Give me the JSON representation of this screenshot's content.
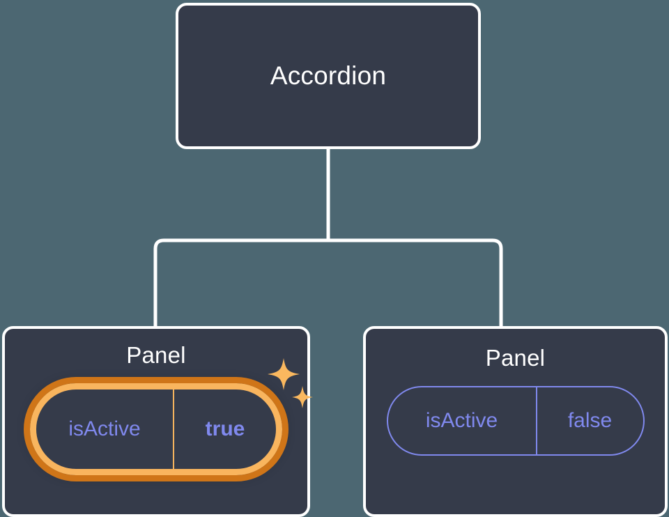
{
  "canvas": {
    "background_color": "#4c6772",
    "node_fill_color": "#353b4a",
    "node_border_color": "#ffffff",
    "connector_color": "#ffffff",
    "prop_text_color": "#8089ee",
    "highlight_outer_color": "#cf7518",
    "highlight_inner_color": "#f9b55e",
    "sparkle_color": "#fab85f"
  },
  "tree": {
    "root": {
      "name": "accordion-node",
      "title": "Accordion"
    },
    "children": [
      {
        "name": "panel-node-left",
        "title": "Panel",
        "highlighted": true,
        "prop": {
          "key": "isActive",
          "value": "true"
        },
        "decoration": "sparkles-icon"
      },
      {
        "name": "panel-node-right",
        "title": "Panel",
        "highlighted": false,
        "prop": {
          "key": "isActive",
          "value": "false"
        }
      }
    ]
  }
}
